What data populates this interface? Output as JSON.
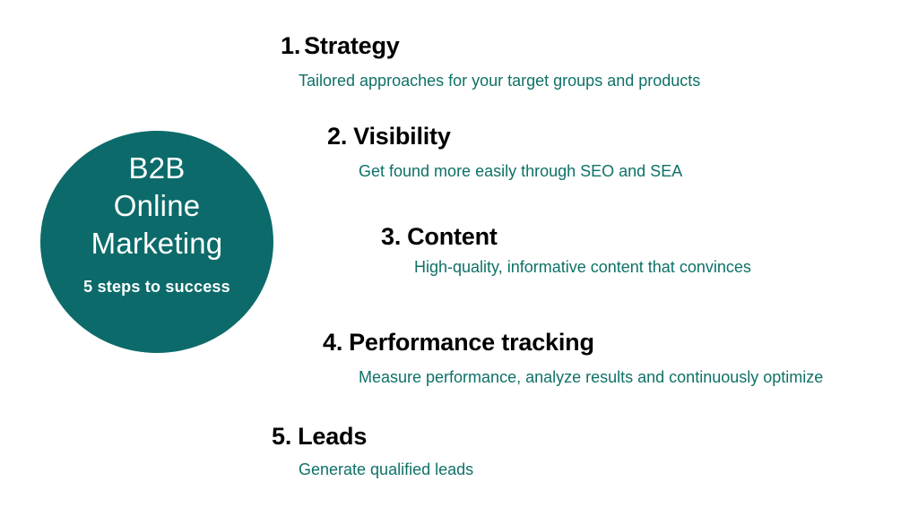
{
  "page": {
    "background": "#ffffff"
  },
  "colors": {
    "page_bg": "#ffffff",
    "badge_bg": "#0C6B6A",
    "badge_text": "#ffffff",
    "heading": "#000000",
    "description": "#0E7167"
  },
  "badge": {
    "title_lines": [
      "B2B",
      "Online",
      "Marketing"
    ],
    "subtitle": "5 steps to success"
  },
  "steps": [
    {
      "number": "1.",
      "title": "Strategy",
      "description": "Tailored approaches for your target groups and products"
    },
    {
      "number": "2.",
      "title": "Visibility",
      "description": "Get found more easily through SEO and SEA"
    },
    {
      "number": "3.",
      "title": "Content",
      "description": "High-quality, informative content that convinces"
    },
    {
      "number": "4.",
      "title": "Performance tracking",
      "description": "Measure performance, analyze results and continuously optimize"
    },
    {
      "number": "5.",
      "title": "Leads",
      "description": "Generate qualified leads"
    }
  ]
}
